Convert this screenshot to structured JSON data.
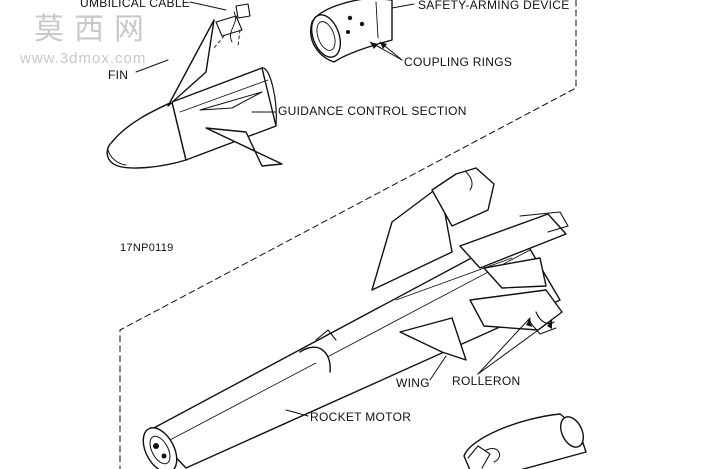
{
  "watermark": {
    "cn_text": "莫西网",
    "url_text": "www.3dmox.com"
  },
  "labels": {
    "umbilical_cable": "UMBILICAL CABLE",
    "safety_arming_device": "SAFETY-ARMING DEVICE",
    "coupling_rings": "COUPLING RINGS",
    "fin": "FIN",
    "guidance_control_section": "GUIDANCE CONTROL SECTION",
    "figure_id": "17NP0119",
    "wing": "WING",
    "rolleron": "ROLLERON",
    "rocket_motor": "ROCKET MOTOR"
  },
  "colors": {
    "ink": "#111111",
    "watermark": "#c9c9c9",
    "background": "#ffffff"
  }
}
